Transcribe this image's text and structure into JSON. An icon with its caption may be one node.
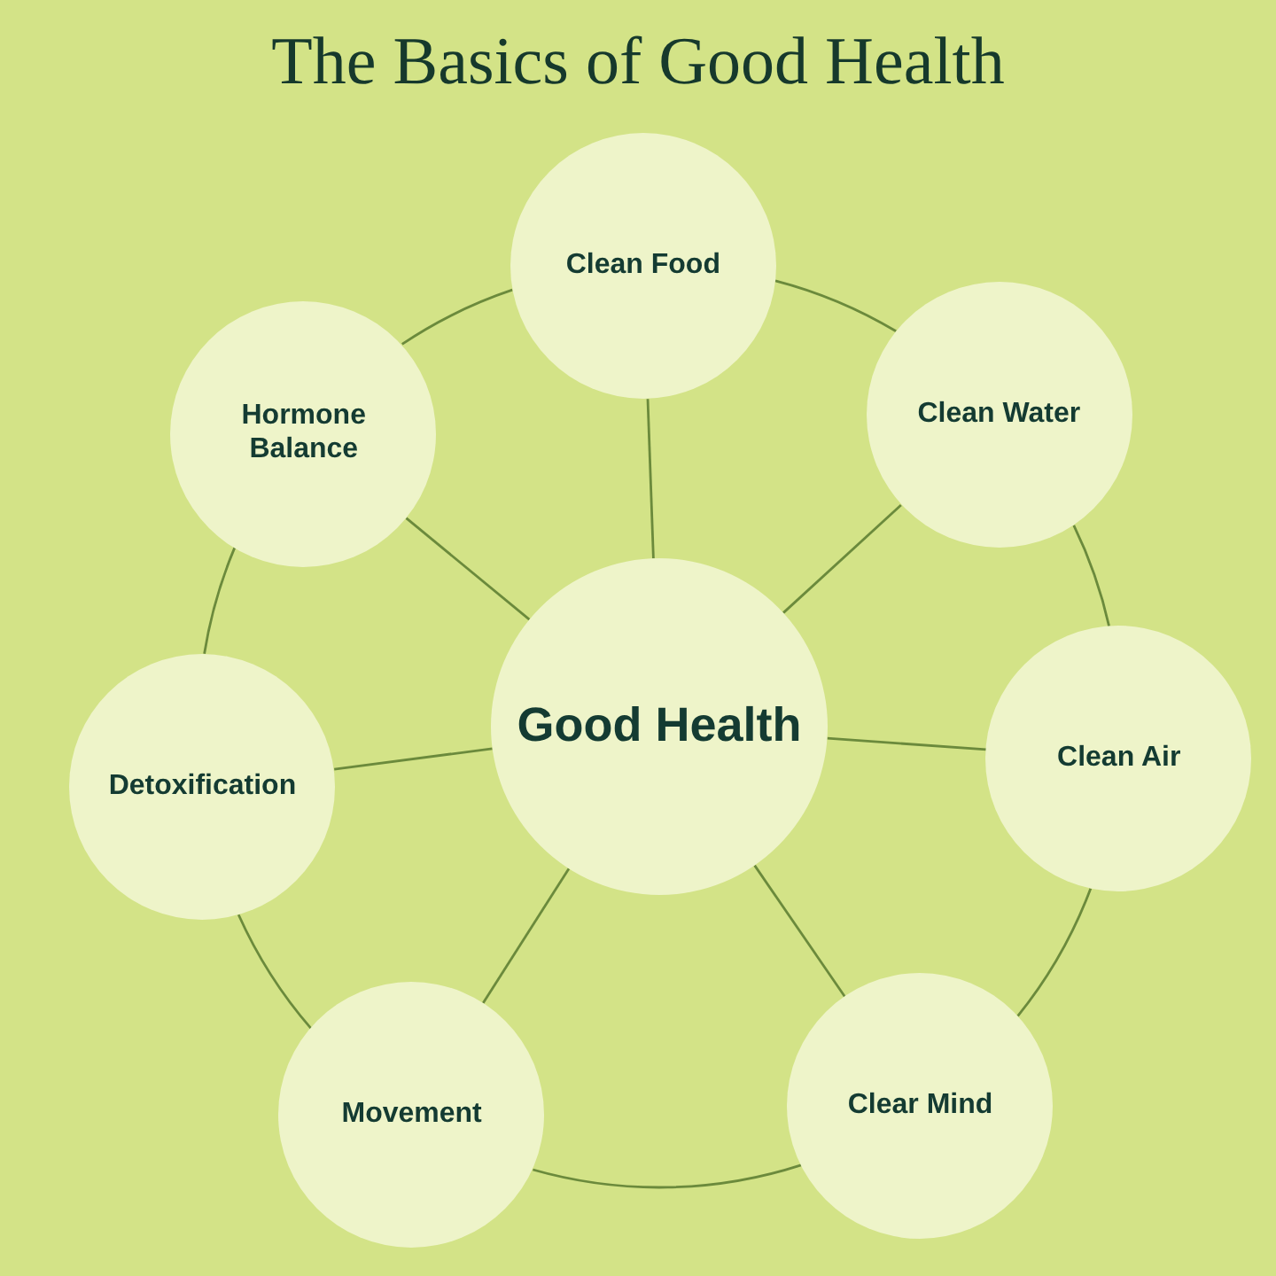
{
  "diagram": {
    "title": "The Basics of Good Health",
    "nodes": [
      {
        "text": [
          "Good Health"
        ]
      },
      {
        "text": [
          "Clean Food"
        ]
      },
      {
        "text": [
          "Clean Water"
        ]
      },
      {
        "text": [
          "Clean Air"
        ]
      },
      {
        "text": [
          "Clear Mind"
        ]
      },
      {
        "text": [
          "Movement"
        ]
      },
      {
        "text": [
          "Detoxification"
        ]
      },
      {
        "text": [
          "Hormone Balance"
        ]
      }
    ],
    "edges": [
      {
        "from": 0,
        "to": 1,
        "arrow": "none"
      },
      {
        "from": 0,
        "to": 2,
        "arrow": "none"
      },
      {
        "from": 0,
        "to": 3,
        "arrow": "none"
      },
      {
        "from": 0,
        "to": 4,
        "arrow": "none"
      },
      {
        "from": 0,
        "to": 5,
        "arrow": "none"
      },
      {
        "from": 0,
        "to": 6,
        "arrow": "none"
      },
      {
        "from": 0,
        "to": 7,
        "arrow": "none"
      },
      {
        "from": 1,
        "to": 2,
        "arrow": "none"
      },
      {
        "from": 2,
        "to": 3,
        "arrow": "none"
      },
      {
        "from": 3,
        "to": 4,
        "arrow": "none"
      },
      {
        "from": 4,
        "to": 5,
        "arrow": "none"
      },
      {
        "from": 5,
        "to": 6,
        "arrow": "none"
      },
      {
        "from": 6,
        "to": 7,
        "arrow": "none"
      },
      {
        "from": 7,
        "to": 1,
        "arrow": "none"
      }
    ]
  }
}
